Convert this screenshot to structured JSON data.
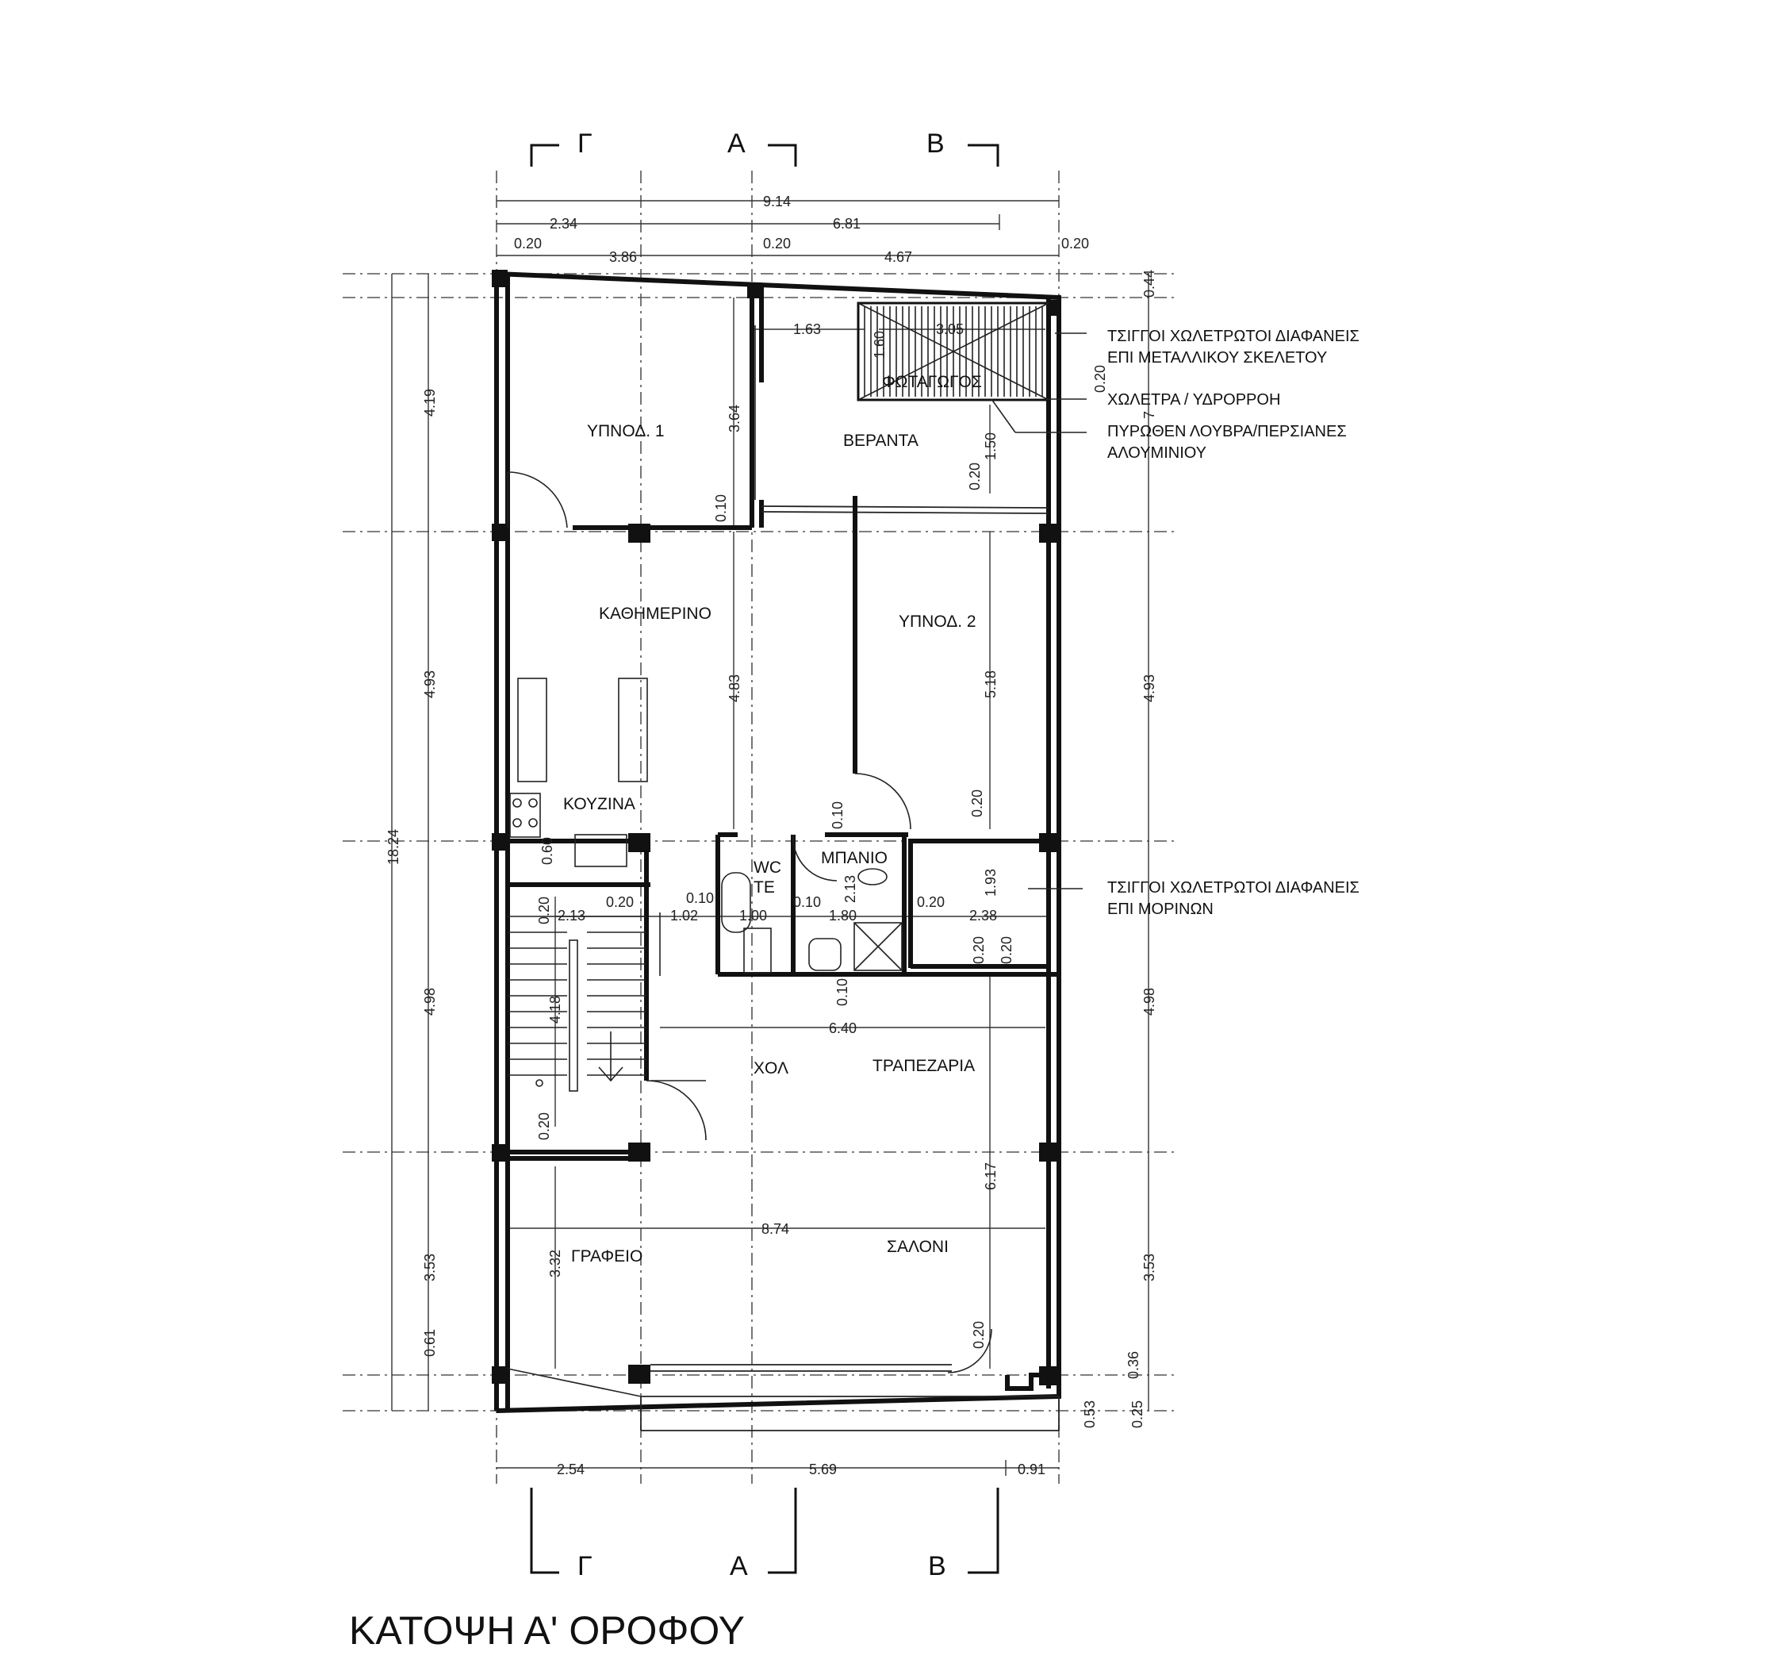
{
  "title": "ΚΑΤΟΨΗ Α' ΟΡΟΦΟΥ",
  "rooms": {
    "bedroom1": "ΥΠΝΟΔ. 1",
    "veranda": "ΒΕΡΑΝΤΑ",
    "shaft": "ΦΩΤΑΓΩΓΟΣ",
    "living": "ΚΑΘΗΜΕΡΙΝΟ",
    "bedroom2": "ΥΠΝΟΔ. 2",
    "kitchen": "ΚΟΥΖΙΝΑ",
    "wc": "WC",
    "te": "TE",
    "bath": "ΜΠΑΝΙΟ",
    "hall": "ΧΟΛ",
    "dining": "ΤΡΑΠΕΖΑΡΙΑ",
    "office": "ΓΡΑΦΕΙΟ",
    "salon": "ΣΑΛΟΝΙ"
  },
  "notes": {
    "n1_l1": "ΤΣΙΓΓΟΙ ΧΩΛΕΤΡΩΤΟΙ ΔΙΑΦΑΝΕΙΣ",
    "n1_l2": "ΕΠΙ ΜΕΤΑΛΛΙΚΟΥ ΣΚΕΛΕΤΟΥ",
    "n2": "ΧΩΛΕΤΡΑ / ΥΔΡΟΡΡΟΗ",
    "n3_l1": "ΠΥΡΩΘΕΝ ΛΟΥΒΡΑ/ΠΕΡΣΙΑΝΕΣ",
    "n3_l2": "ΑΛΟΥΜΙΝΙΟΥ",
    "n4_l1": "ΤΣΙΓΓΟΙ ΧΩΛΕΤΡΩΤΟΙ ΔΙΑΦΑΝΕΙΣ",
    "n4_l2": "ΕΠΙ ΜΟΡΙΝΩΝ"
  },
  "sections": {
    "g": "Γ",
    "a": "Α",
    "b": "Β"
  },
  "dims": {
    "top_total": "9.14",
    "top_left": "2.34",
    "top_right": "6.81",
    "t020a": "0.20",
    "t386": "3.86",
    "t020b": "0.20",
    "t467": "4.67",
    "t020c": "0.20",
    "left_419": "4.19",
    "left_493": "4.93",
    "left_1824": "18.24",
    "left_498": "4.98",
    "left_353": "3.53",
    "left_061": "0.61",
    "right_044": "0.44",
    "right_7x": "7",
    "right_493": "4.93",
    "right_498": "4.98",
    "right_353": "3.53",
    "right_036": "0.36",
    "right_025": "0.25",
    "right_053": "0.53",
    "d163": "1.63",
    "d305": "3.05",
    "d160": "1.60",
    "d364": "3.64",
    "d150": "1.50",
    "d020_vr": "0.20",
    "d020_sh": "0.20",
    "d010_b1": "0.10",
    "d483": "4.83",
    "d518": "5.18",
    "d010_bt": "0.10",
    "d020_b2": "0.20",
    "d060": "0.60",
    "d020_st": "0.20",
    "d213": "2.13",
    "d020_h": "0.20",
    "d102": "1.02",
    "d010_wc": "0.10",
    "d100": "1.00",
    "d010_b": "0.10",
    "d180": "1.80",
    "d213b": "2.13",
    "d020_e": "0.20",
    "d193": "1.93",
    "d238": "2.38",
    "d020_e2": "0.20",
    "d020_e3": "0.20",
    "d010_h": "0.10",
    "d418": "4.18",
    "d640": "6.40",
    "d020_st2": "0.20",
    "d617": "6.17",
    "d874": "8.74",
    "d332": "3.32",
    "d020_door": "0.20",
    "b254": "2.54",
    "b569": "5.69",
    "b091": "0.91"
  }
}
